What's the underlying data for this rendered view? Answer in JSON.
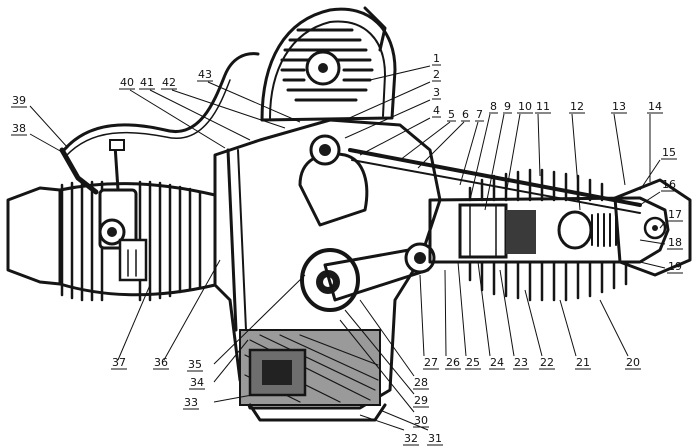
{
  "labels": [
    {
      "n": "1"
    },
    {
      "n": "2"
    },
    {
      "n": "3"
    },
    {
      "n": "4"
    },
    {
      "n": "5"
    },
    {
      "n": "6"
    },
    {
      "n": "7"
    },
    {
      "n": "8"
    },
    {
      "n": "9"
    },
    {
      "n": "10"
    },
    {
      "n": "11"
    },
    {
      "n": "12"
    },
    {
      "n": "13"
    },
    {
      "n": "14"
    },
    {
      "n": "15"
    },
    {
      "n": "16"
    },
    {
      "n": "17"
    },
    {
      "n": "18"
    },
    {
      "n": "19"
    },
    {
      "n": "20"
    },
    {
      "n": "21"
    },
    {
      "n": "22"
    },
    {
      "n": "23"
    },
    {
      "n": "24"
    },
    {
      "n": "25"
    },
    {
      "n": "26"
    },
    {
      "n": "27"
    },
    {
      "n": "28"
    },
    {
      "n": "29"
    },
    {
      "n": "30"
    },
    {
      "n": "31"
    },
    {
      "n": "32"
    },
    {
      "n": "33"
    },
    {
      "n": "34"
    },
    {
      "n": "35"
    },
    {
      "n": "36"
    },
    {
      "n": "37"
    },
    {
      "n": "38"
    },
    {
      "n": "39"
    },
    {
      "n": "40"
    },
    {
      "n": "41"
    },
    {
      "n": "42"
    },
    {
      "n": "43"
    }
  ]
}
